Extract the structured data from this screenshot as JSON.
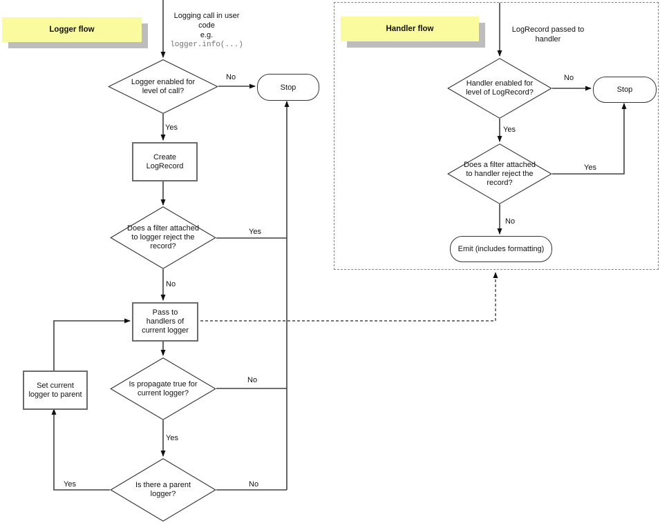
{
  "labels": {
    "yes": "Yes",
    "no": "No"
  },
  "logger_flow": {
    "title": "Logger flow",
    "entry_caption": "Logging call in user\ncode\ne.g.",
    "entry_code": "logger.info(...)",
    "nodes": {
      "logger_enabled": "Logger enabled for\nlevel of call?",
      "create_logrecord": "Create\nLogRecord",
      "filter_reject": "Does a filter attached\nto logger reject the\nrecord?",
      "pass_to_handlers": "Pass to\nhandlers of\ncurrent logger",
      "propagate": "Is propagate true for\ncurrent logger?",
      "parent_logger": "Is there a parent\nlogger?",
      "set_current": "Set current\nlogger to parent",
      "stop": "Stop"
    }
  },
  "handler_flow": {
    "title": "Handler flow",
    "entry_caption": "LogRecord passed to\nhandler",
    "nodes": {
      "handler_enabled": "Handler enabled for\nlevel of LogRecord?",
      "filter_reject": "Does a filter attached\nto handler reject the\nrecord?",
      "stop": "Stop",
      "emit": "Emit (includes formatting)"
    }
  },
  "colors": {
    "note_fill": "#FAFA9E",
    "note_shadow": "#BDBDBD",
    "line": "#3F3F3F",
    "box_border": "#6A6A6A",
    "code_text": "#737373"
  }
}
